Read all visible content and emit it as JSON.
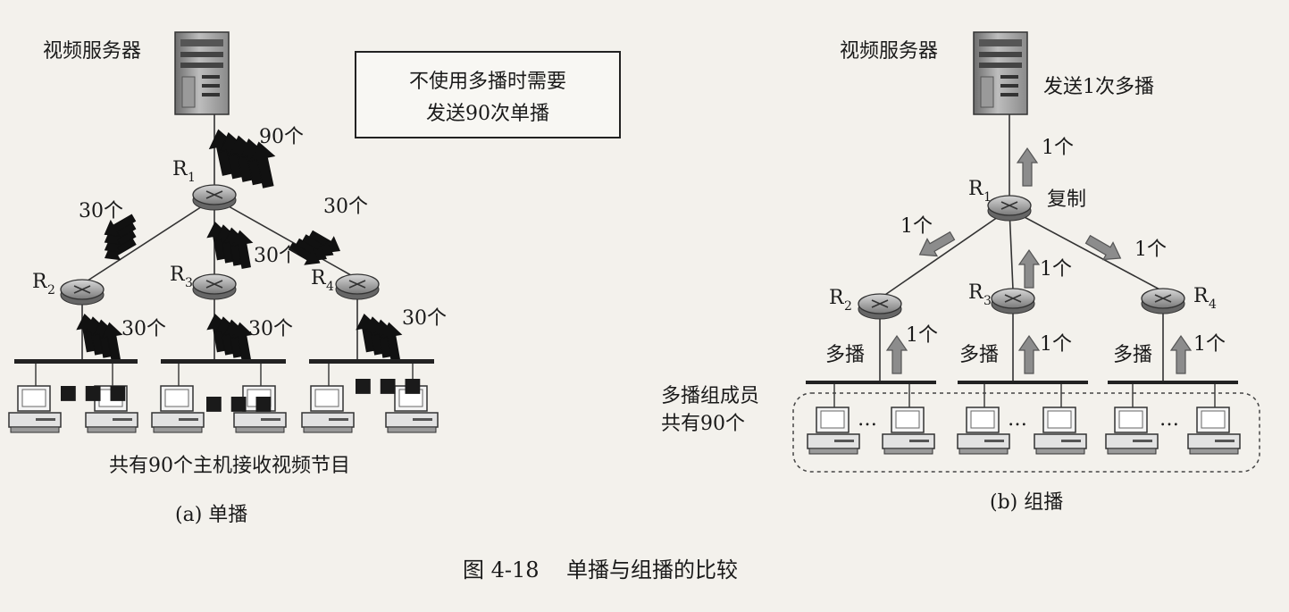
{
  "left": {
    "server_label": "视频服务器",
    "note_line1": "不使用多播时需要",
    "note_line2": "发送90次单播",
    "count_top": "90个",
    "count_30": "30个",
    "router_letter": "R",
    "r1_sub": "1",
    "r2_sub": "2",
    "r3_sub": "3",
    "r4_sub": "4",
    "dots": "■ ■ ■",
    "bottom_label": "共有90个主机接收视频节目",
    "caption": "(a) 单播"
  },
  "right": {
    "server_label": "视频服务器",
    "send_once": "发送1次多播",
    "count_1": "1个",
    "copy_label": "复制",
    "router_letter": "R",
    "r1_sub": "1",
    "r2_sub": "2",
    "r3_sub": "3",
    "r4_sub": "4",
    "multicast": "多播",
    "group_line1": "多播组成员",
    "group_line2": "共有90个",
    "dots": "…",
    "caption": "(b) 组播"
  },
  "figure_caption": "图 4-18    单播与组播的比较"
}
